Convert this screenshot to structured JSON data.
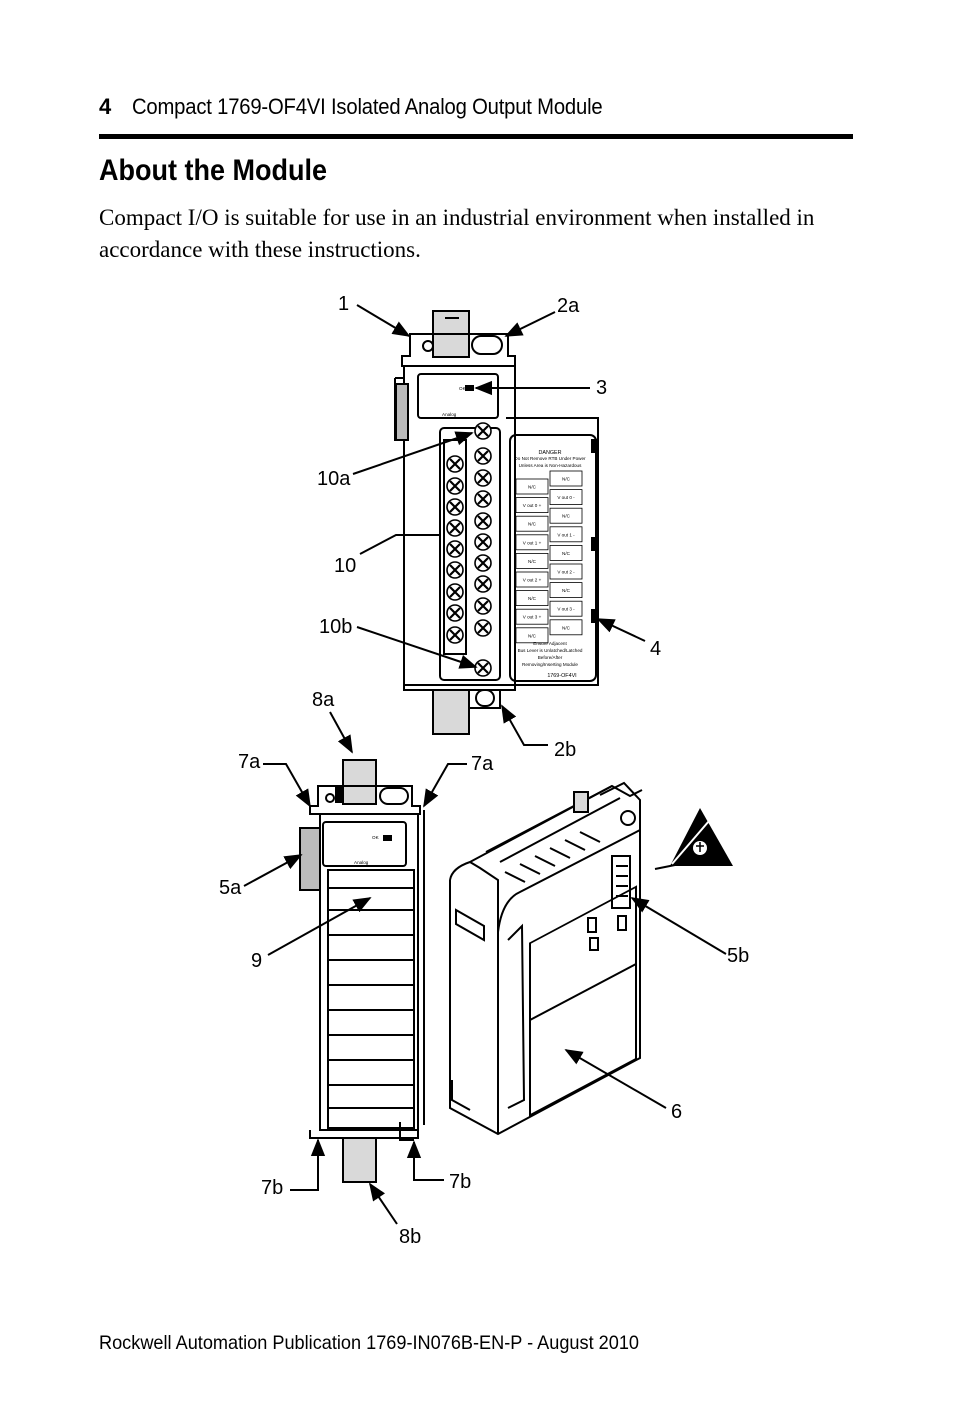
{
  "header": {
    "page_number": "4",
    "title": "Compact 1769-OF4VI Isolated Analog Output Module"
  },
  "section": {
    "title": "About the Module",
    "intro": "Compact I/O is suitable for use in an industrial environment when installed in accordance with these instructions."
  },
  "figure": {
    "callouts": {
      "c1": "1",
      "c2a": "2a",
      "c3": "3",
      "c10a": "10a",
      "c10": "10",
      "c10b": "10b",
      "c4": "4",
      "c2b": "2b",
      "c8a": "8a",
      "c7a_left": "7a",
      "c7a_right": "7a",
      "c5a": "5a",
      "c9": "9",
      "c5b": "5b",
      "c6": "6",
      "c7b_left": "7b",
      "c7b_right": "7b",
      "c8b": "8b"
    },
    "module_front": {
      "ok_label": "OK",
      "analog_label": "Analog",
      "danger_title": "DANGER",
      "danger_line1": "Do Not Remove RTB Under Power",
      "danger_line2": "Unless Area is Non-Hazardous",
      "left_terminals": [
        "N/C",
        "V out 0 +",
        "N/C",
        "V out 1 +",
        "N/C",
        "V out 2 +",
        "N/C",
        "V out 3 +",
        "N/C"
      ],
      "right_terminals": [
        "N/C",
        "V out 0 -",
        "N/C",
        "V out 1 -",
        "N/C",
        "V out 2 -",
        "N/C",
        "V out 3 -",
        "N/C"
      ],
      "ensure_line1": "Ensure Adjacent",
      "ensure_line2": "Bus Lever is Unlatched/Latched",
      "ensure_line3": "Before/After",
      "ensure_line4": "Removing/Inserting Module",
      "catalog": "1769-OF4VI"
    },
    "module_back": {
      "ok_label": "OK",
      "analog_label": "Analog"
    }
  },
  "footer": {
    "text": "Rockwell Automation Publication  1769-IN076B-EN-P - August 2010"
  }
}
